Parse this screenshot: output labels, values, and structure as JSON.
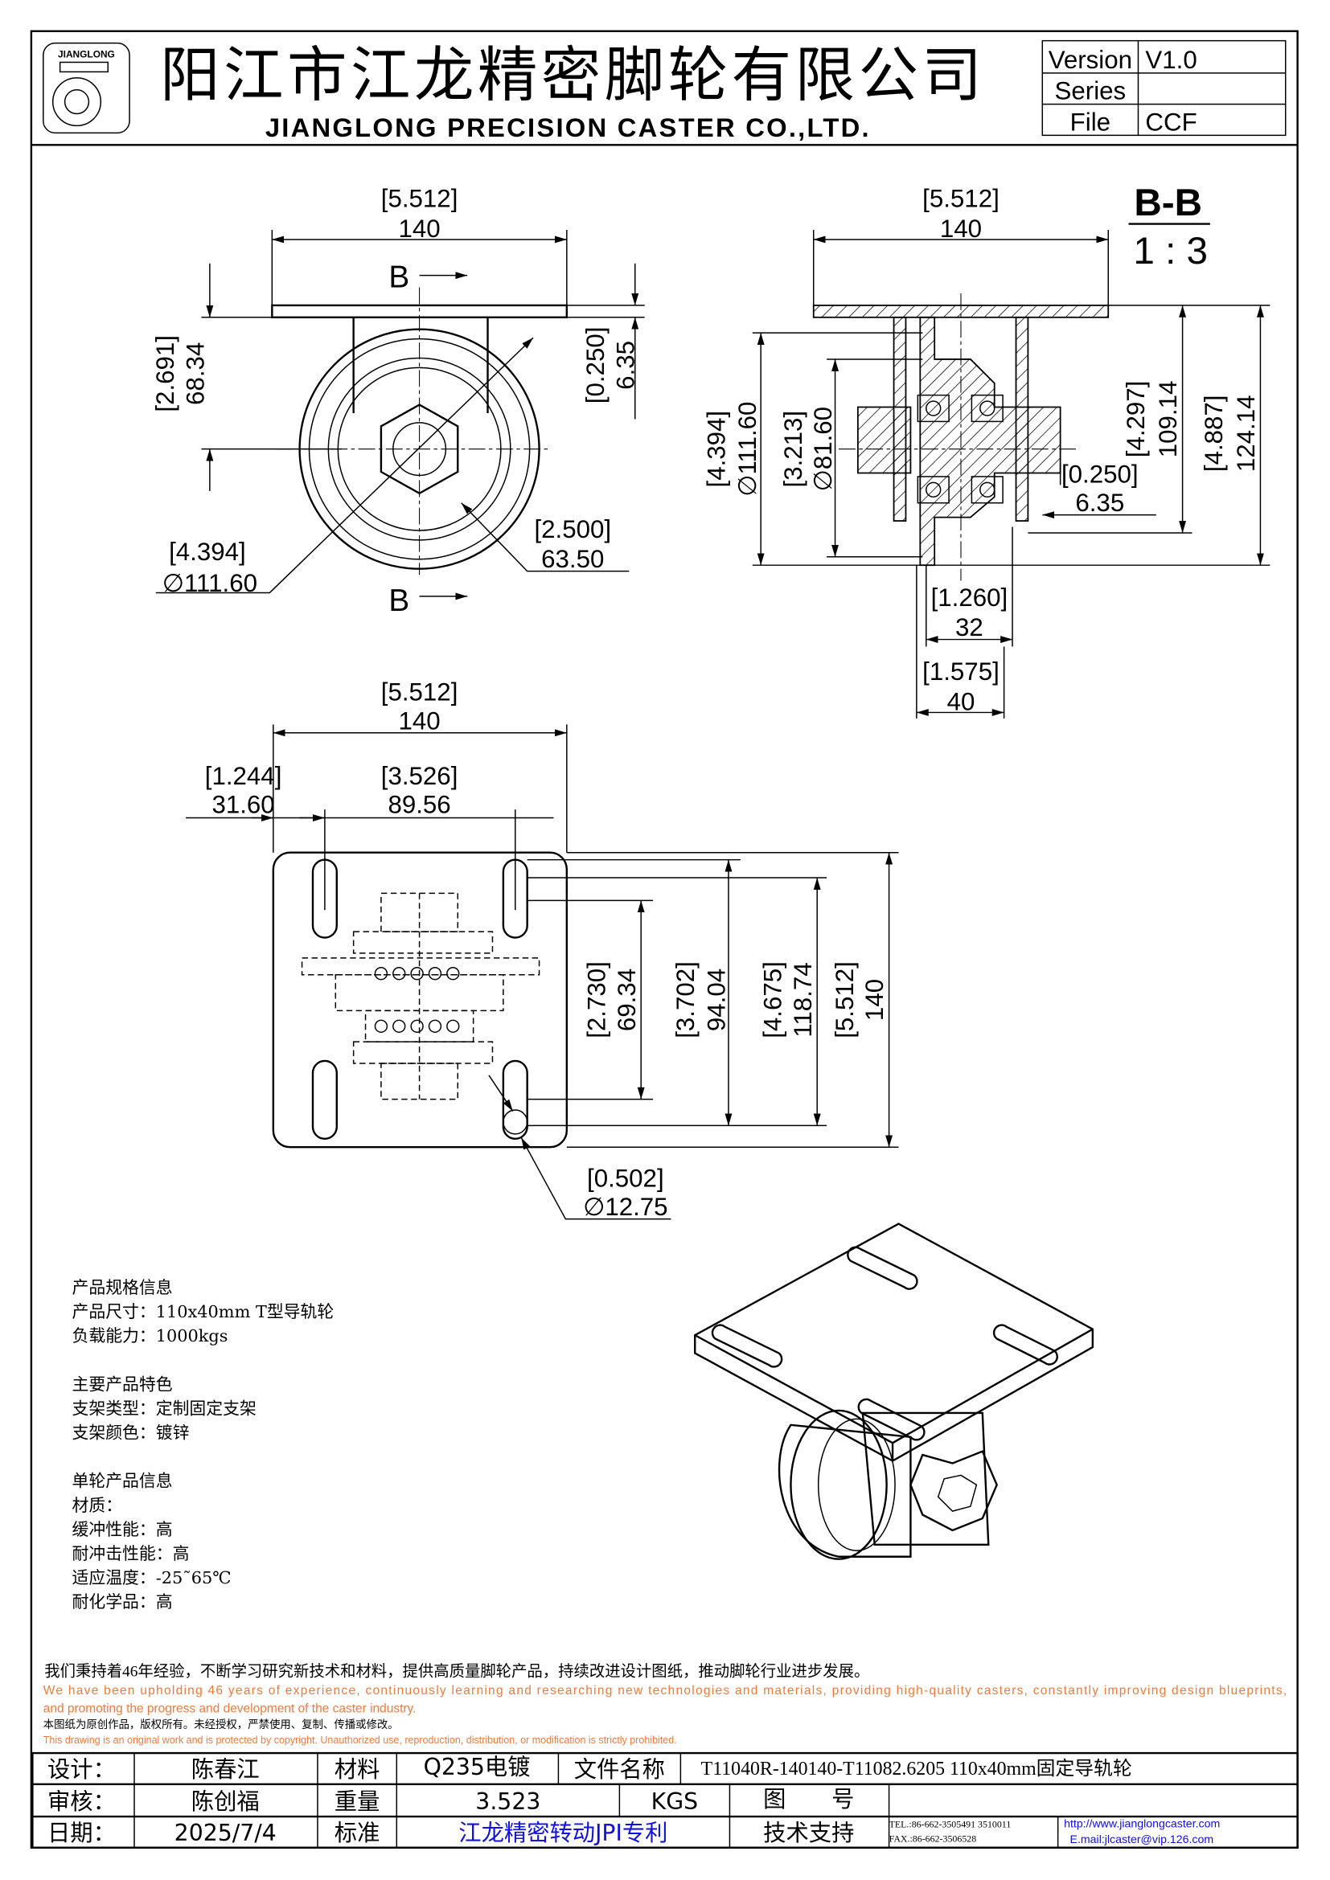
{
  "header": {
    "logo_text": "JIANGLONG",
    "company_cn": "阳江市江龙精密脚轮有限公司",
    "company_en": "JIANGLONG PRECISION CASTER CO.,LTD.",
    "version_label": "Version",
    "version_value": "V1.0",
    "series_label": "Series",
    "series_value": "",
    "file_label": "File",
    "file_value": "CCF"
  },
  "front_view": {
    "width_in": "[5.512]",
    "width_mm": "140",
    "section_mark": "B",
    "height_in": "[2.691]",
    "height_mm": "68.34",
    "plate_in": "[0.250]",
    "plate_mm": "6.35",
    "wheel_dia_in": "[4.394]",
    "wheel_dia_mm": "∅111.60",
    "hub_in": "[2.500]",
    "hub_mm": "63.50"
  },
  "section_view": {
    "title": "B-B",
    "scale": "1 : 3",
    "width_in": "[5.512]",
    "width_mm": "140",
    "wheel_dia_in": "[4.394]",
    "wheel_dia_mm": "∅111.60",
    "inner_dia_in": "[3.213]",
    "inner_dia_mm": "∅81.60",
    "h1_in": "[4.297]",
    "h1_mm": "109.14",
    "h2_in": "[4.887]",
    "h2_mm": "124.14",
    "t_in": "[0.250]",
    "t_mm": "6.35",
    "w1_in": "[1.260]",
    "w1_mm": "32",
    "w2_in": "[1.575]",
    "w2_mm": "40"
  },
  "bottom_view": {
    "width_in": "[5.512]",
    "width_mm": "140",
    "off_in": "[1.244]",
    "off_mm": "31.60",
    "span_in": "[3.526]",
    "span_mm": "89.56",
    "v1_in": "[2.730]",
    "v1_mm": "69.34",
    "v2_in": "[3.702]",
    "v2_mm": "94.04",
    "v3_in": "[4.675]",
    "v3_mm": "118.74",
    "v4_in": "[5.512]",
    "v4_mm": "140",
    "hole_in": "[0.502]",
    "hole_mm": "∅12.75"
  },
  "specs": [
    "产品规格信息",
    "产品尺寸：110x40mm T型导轨轮",
    "负载能力：1000kgs",
    "",
    "主要产品特色",
    "支架类型：定制固定支架",
    "支架颜色：镀锌",
    "",
    "单轮产品信息",
    "材质：",
    "缓冲性能：高",
    "耐冲击性能：高",
    "适应温度：-25˜65℃",
    "耐化学品：高"
  ],
  "footer": {
    "mission_cn": "我们秉持着46年经验，不断学习研究新技术和材料，提供高质量脚轮产品，持续改进设计图纸，推动脚轮行业进步发展。",
    "mission_en_1": "We have been upholding 46 years of experience, continuously learning and researching new technologies and materials, providing high-quality casters, constantly improving design blueprints,",
    "mission_en_2": "and promoting the progress and development of the caster industry.",
    "copyright_cn": "本图纸为原创作品，版权所有。未经授权，严禁使用、复制、传播或修改。",
    "copyright_en": "This drawing is an original work and is protected by copyright. Unauthorized use, reproduction, distribution, or modification is strictly prohibited.",
    "accent_color": "#f07a3a"
  },
  "title_block": {
    "design_label": "设计：",
    "designer": "陈春江",
    "material_label": "材料",
    "material": "Q235电镀",
    "filename_label": "文件名称",
    "filename": "T11040R-140140-T11082.6205   110x40mm固定导轨轮",
    "review_label": "审核：",
    "reviewer": "陈创福",
    "weight_label": "重量",
    "weight": "3.523",
    "weight_unit": "KGS",
    "drawing_no_label": "图　　号",
    "drawing_no": "",
    "date_label": "日期：",
    "date": "2025/7/4",
    "standard_label": "标准",
    "standard": "江龙精密转动JPI专利",
    "support_label": "技术支持",
    "tel": "TEL.:86-662-3505491 3510011",
    "fax": "FAX.:86-662-3506528",
    "website": "http://www.jianglongcaster.com",
    "email": "E.mail:jlcaster@vip.126.com",
    "link_color": "#1010e0"
  }
}
